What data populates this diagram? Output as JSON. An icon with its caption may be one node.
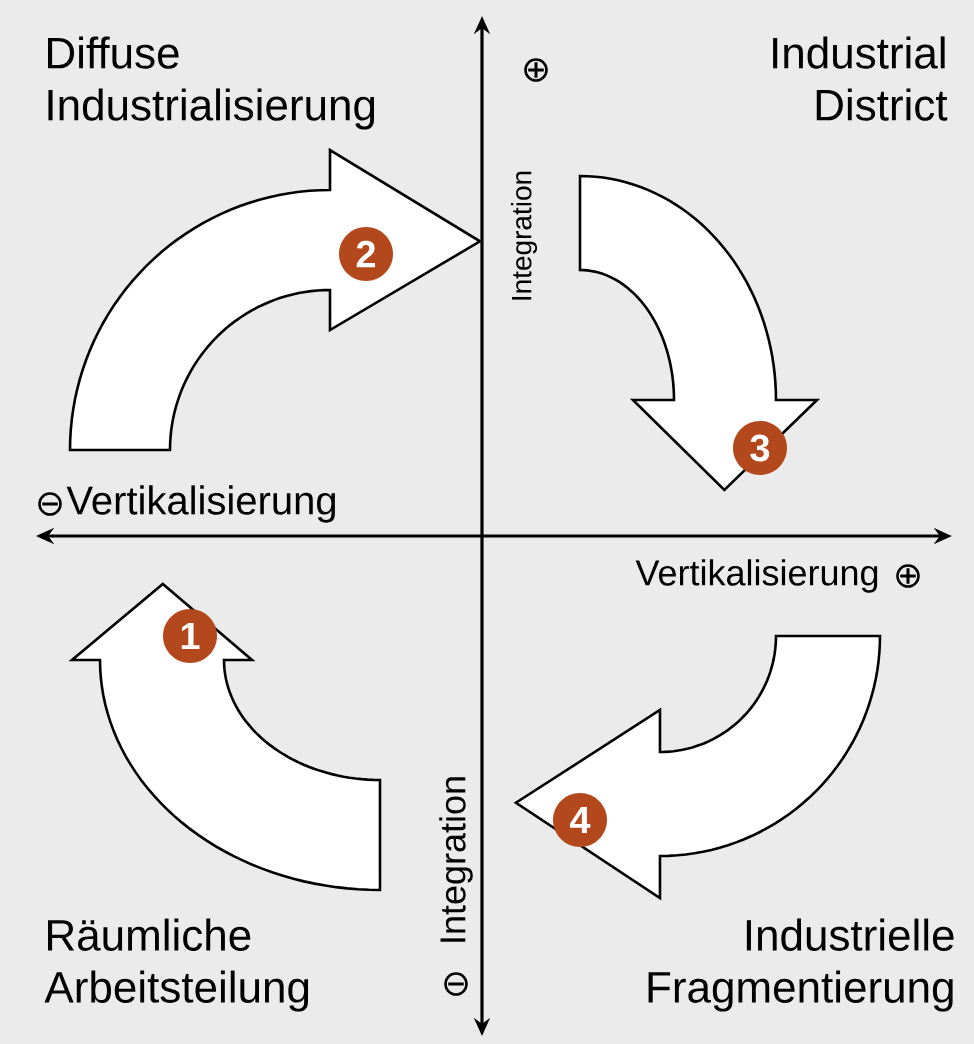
{
  "diagram": {
    "nodes": [
      {
        "text": [
          "Diffuse Industrialisierung"
        ]
      },
      {
        "text": [
          "Industrial District"
        ]
      },
      {
        "text": [
          "2"
        ]
      },
      {
        "text": [
          "3"
        ]
      },
      {
        "text": [
          "1"
        ]
      },
      {
        "text": [
          "4"
        ]
      },
      {
        "text": [
          "Räumliche Arbeitsteilung"
        ]
      },
      {
        "text": [
          "Industrielle Fragmentierung"
        ]
      }
    ],
    "labels": [
      "⊕",
      "Integration",
      "⊖",
      "Vertikalisierung",
      "Vertikalisierung",
      "⊕",
      "Integration",
      "⊖"
    ]
  }
}
